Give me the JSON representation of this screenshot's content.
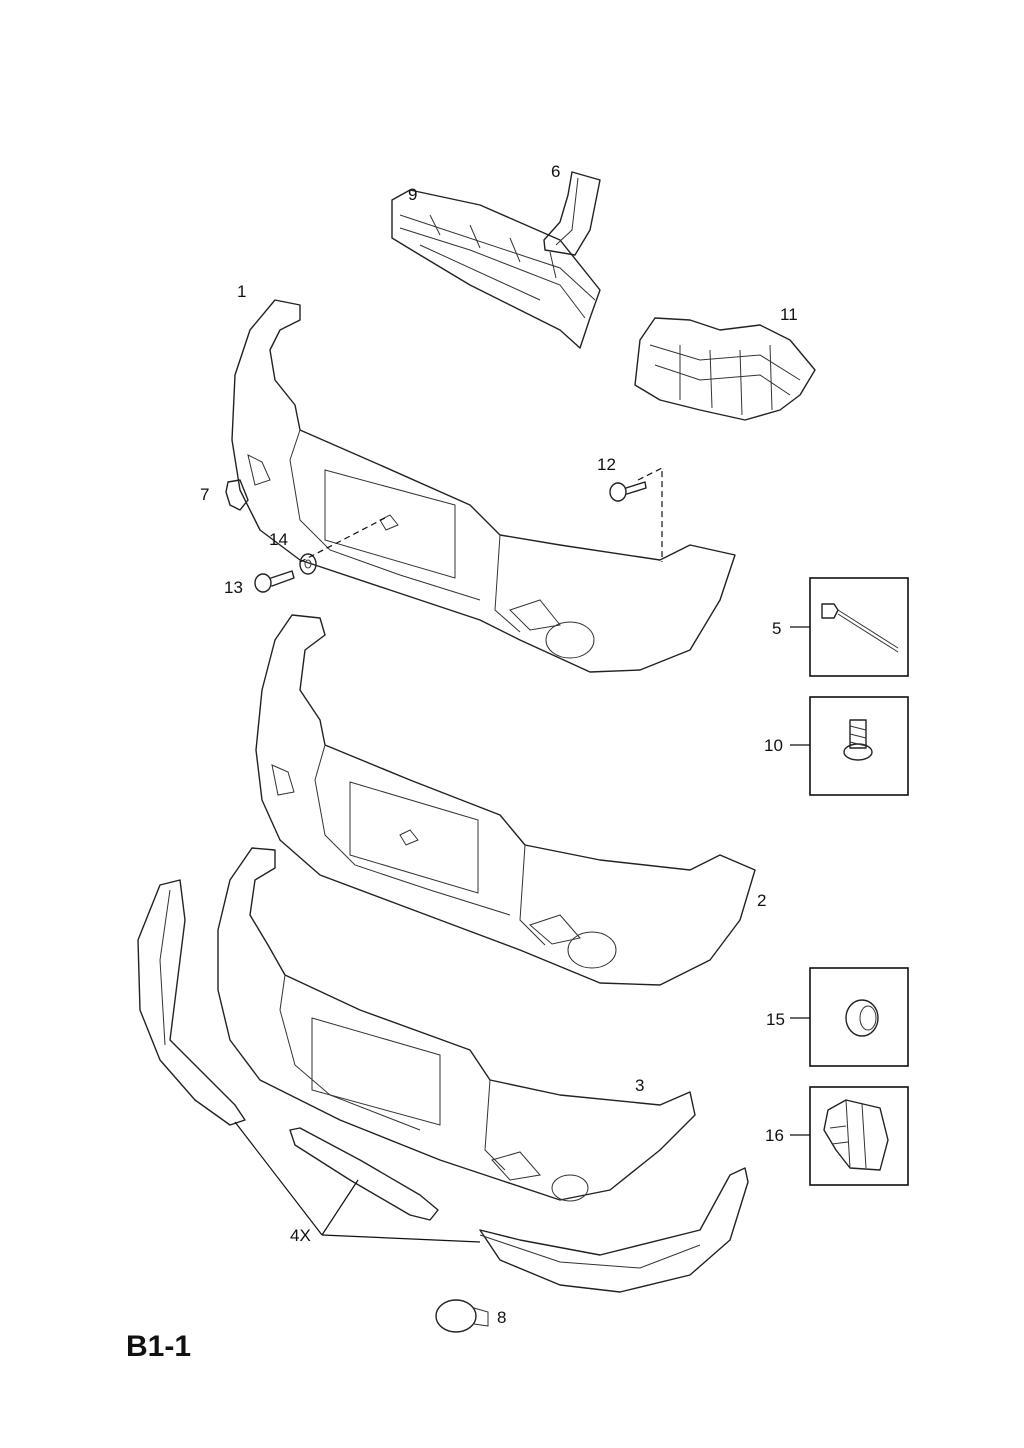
{
  "page_code": "B1-1",
  "callouts": {
    "c1": "1",
    "c2": "2",
    "c3": "3",
    "c4x": "4X",
    "c5": "5",
    "c6": "6",
    "c7": "7",
    "c8": "8",
    "c9": "9",
    "c10": "10",
    "c11": "11",
    "c12": "12",
    "c13": "13",
    "c14": "14",
    "c15": "15",
    "c16": "16"
  },
  "colors": {
    "line": "#222222",
    "background": "#ffffff"
  }
}
